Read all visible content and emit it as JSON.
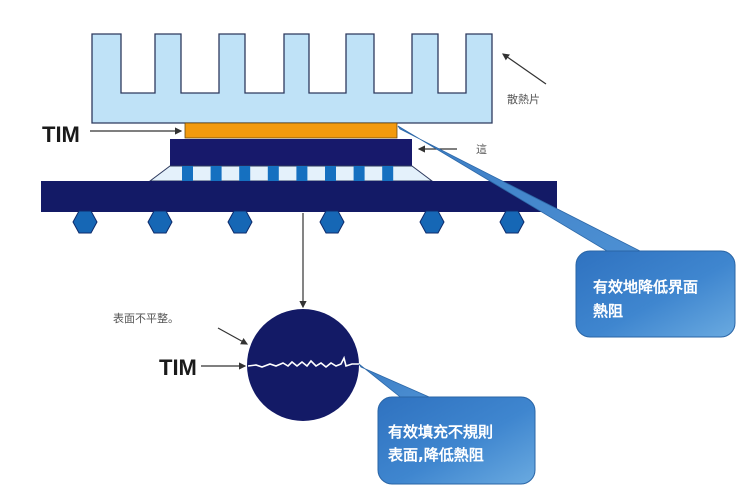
{
  "labels": {
    "heatsink": "散熱片",
    "die": "這",
    "tim_top": "TIM",
    "tim_bottom": "TIM",
    "uneven_surface": "表面不平整。"
  },
  "callouts": [
    {
      "line1": "有效地降低界面",
      "line2": "熱阻"
    },
    {
      "line1": "有效填充不規則",
      "line2": "表面,降低熱阻"
    }
  ],
  "colors": {
    "heatsink_fill": "#bfe2f7",
    "outline": "#2e3a5e",
    "tim_fill": "#f39a0e",
    "die_fill": "#17196b",
    "substrate_fill": "#131a66",
    "bump_fill": "#1570c0",
    "underfill": "#e4f1fb",
    "callout_fill": "#3f83c9",
    "solder_ball": "#1667b5"
  },
  "components": {
    "heatsink_fins": 7,
    "bumps": 8,
    "solder_balls": 6
  }
}
